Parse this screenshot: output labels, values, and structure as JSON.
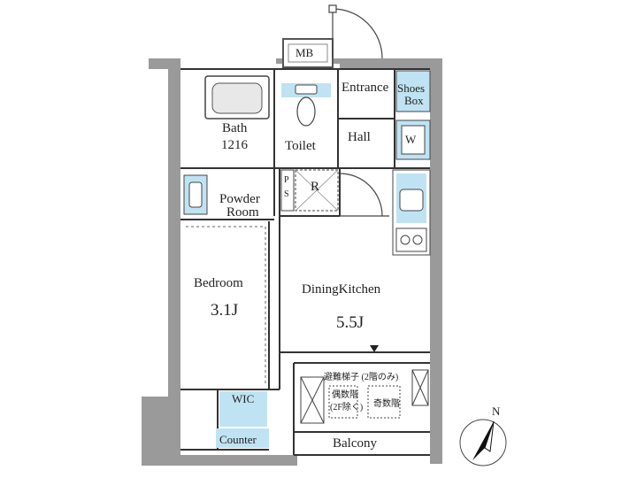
{
  "rooms": {
    "mb": "MB",
    "entrance": "Entrance",
    "shoes_box_line1": "Shoes",
    "shoes_box_line2": "Box",
    "bath": "Bath",
    "bath_size": "1216",
    "toilet": "Toilet",
    "hall": "Hall",
    "washer": "W",
    "ps_p": "P",
    "ps_s": "S",
    "refrigerator": "R",
    "powder_room_line1": "Powder",
    "powder_room_line2": "Room",
    "bedroom": "Bedroom",
    "bedroom_size": "3.1J",
    "dining_kitchen": "DiningKitchen",
    "dining_kitchen_size": "5.5J",
    "wic": "WIC",
    "counter": "Counter",
    "balcony": "Balcony"
  },
  "balcony_notes": {
    "escape_ladder": "避難梯子 (2階のみ)",
    "even_floors_line1": "偶数階",
    "even_floors_line2": "(2F除く)",
    "odd_floors": "奇数階"
  },
  "compass": {
    "north": "N"
  },
  "colors": {
    "wall": "#9a9a9a",
    "fixture_blue": "#bfe3f2",
    "line": "#333333"
  }
}
